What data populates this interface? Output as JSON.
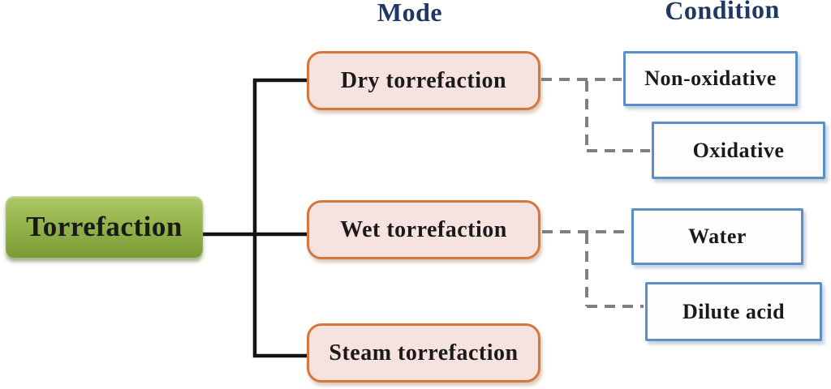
{
  "figure": {
    "root": {
      "label": "Torrefaction"
    },
    "column_headers": {
      "mode": "Mode",
      "condition": "Condition"
    },
    "modes": [
      {
        "label": "Dry torrefaction"
      },
      {
        "label": "Wet torrefaction"
      },
      {
        "label": "Steam torrefaction"
      }
    ],
    "conditions": [
      {
        "label": "Non-oxidative",
        "linked_mode": "Dry torrefaction"
      },
      {
        "label": "Oxidative",
        "linked_mode": "Dry torrefaction"
      },
      {
        "label": "Water",
        "linked_mode": "Wet torrefaction"
      },
      {
        "label": "Dilute acid",
        "linked_mode": "Wet torrefaction"
      }
    ],
    "colors": {
      "root_fill_top": "#aec768",
      "root_fill_bottom": "#7b9b35",
      "mode_box_fill": "#f6e3e0",
      "mode_box_border": "#d4773c",
      "condition_box_fill": "#fefdfc",
      "condition_box_border": "#5b8fc8",
      "header_text": "#1f3864",
      "node_text": "#1a1a1a",
      "solid_connector": "#141414",
      "dashed_connector": "#7f7f7f"
    }
  }
}
